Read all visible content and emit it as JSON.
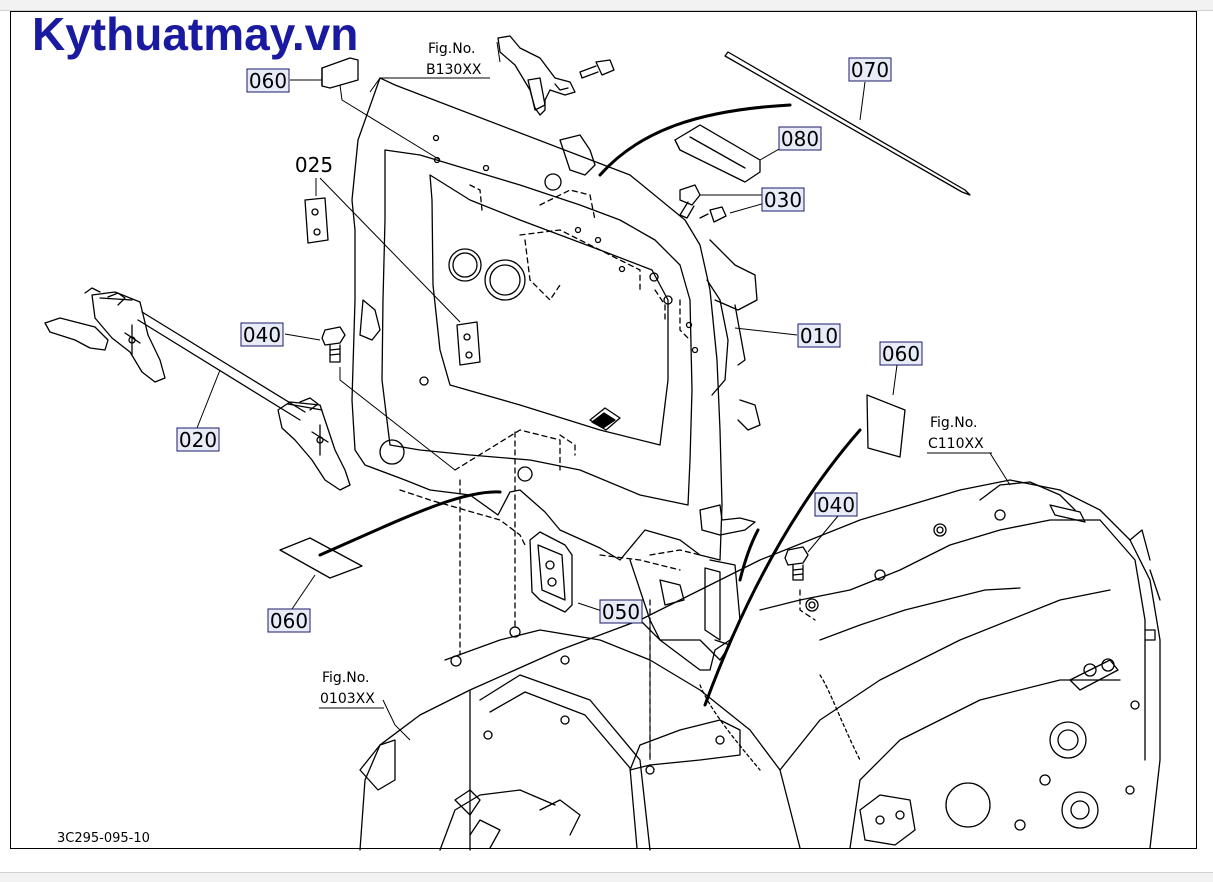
{
  "watermark": {
    "text": "Kythuatmay.vn",
    "color": "#1a1aa0"
  },
  "callouts": {
    "c060a": "060",
    "c070": "070",
    "c080": "080",
    "c030": "030",
    "c025": "025",
    "c040a": "040",
    "c010": "010",
    "c060b": "060",
    "c020": "020",
    "c040b": "040",
    "c050": "050",
    "c060c": "060"
  },
  "figrefs": {
    "b130": {
      "line1": "Fig.No.",
      "line2": "B130XX"
    },
    "c110": {
      "line1": "Fig.No.",
      "line2": "C110XX"
    },
    "r0103": {
      "line1": "Fig.No.",
      "line2": "0103XX"
    }
  },
  "drawing_code": "3C295-095-10",
  "colors": {
    "callout_box_fill": "#e8ecf8",
    "callout_box_stroke": "#1a1a6a"
  }
}
